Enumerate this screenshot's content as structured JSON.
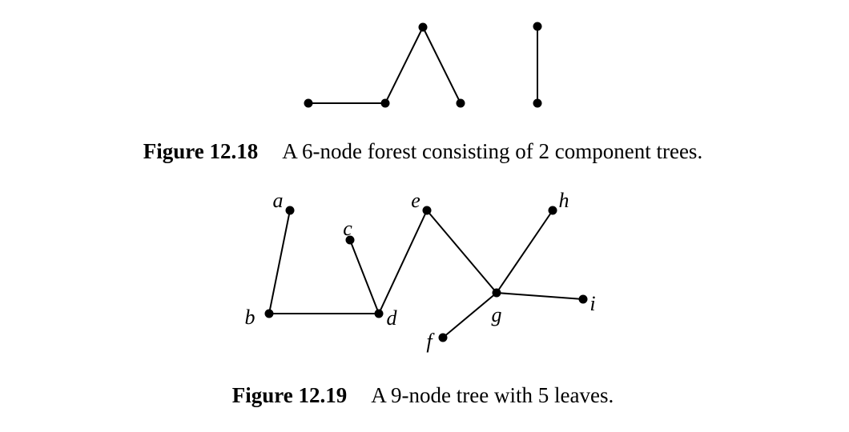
{
  "figures": [
    {
      "number": "Figure 12.18",
      "caption": "A 6-node forest consisting of 2 component trees."
    },
    {
      "number": "Figure 12.19",
      "caption": "A 9-node tree with 5 leaves."
    }
  ],
  "forest": {
    "node_count": 6,
    "component_count": 2,
    "edges": [
      [
        1,
        2
      ],
      [
        2,
        3
      ],
      [
        3,
        4
      ],
      [
        5,
        6
      ]
    ]
  },
  "tree": {
    "nodes": [
      "a",
      "b",
      "c",
      "d",
      "e",
      "f",
      "g",
      "h",
      "i"
    ],
    "edges": [
      [
        "a",
        "b"
      ],
      [
        "b",
        "d"
      ],
      [
        "c",
        "d"
      ],
      [
        "d",
        "e"
      ],
      [
        "e",
        "g"
      ],
      [
        "f",
        "g"
      ],
      [
        "g",
        "h"
      ],
      [
        "g",
        "i"
      ]
    ]
  }
}
